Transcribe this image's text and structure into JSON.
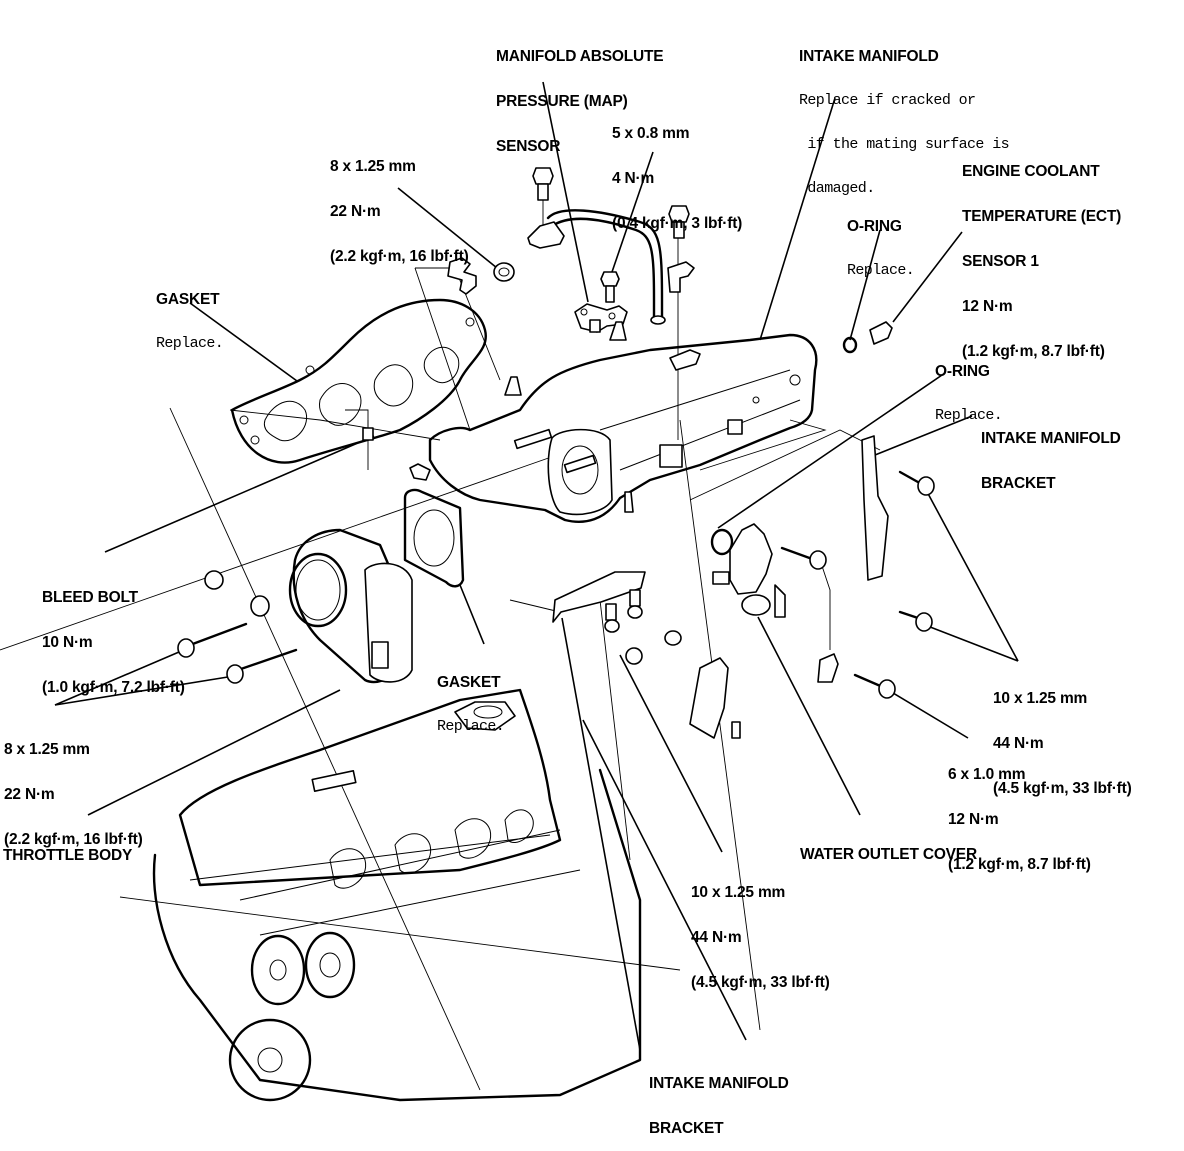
{
  "diagram": {
    "title": "Intake Manifold Exploded View",
    "callouts": {
      "map_sensor": {
        "name_lines": [
          "MANIFOLD ABSOLUTE",
          "PRESSURE (MAP)",
          "SENSOR"
        ]
      },
      "intake_manifold": {
        "name": "INTAKE MANIFOLD",
        "note_lines": [
          "Replace if cracked or",
          " if the mating surface is",
          " damaged."
        ]
      },
      "bolt_5x08": {
        "size": "5 x 0.8 mm",
        "torque": "4 N·m",
        "torque_alt": "(0.4 kgf·m, 3 lbf·ft)"
      },
      "bolt_8x125_top": {
        "size": "8 x 1.25 mm",
        "torque": "22 N·m",
        "torque_alt": "(2.2 kgf·m, 16 lbf·ft)"
      },
      "ect_sensor": {
        "name_lines": [
          "ENGINE COOLANT",
          "TEMPERATURE (ECT)",
          "SENSOR 1"
        ],
        "torque": "12 N·m",
        "torque_alt": "(1.2 kgf·m, 8.7 lbf·ft)"
      },
      "oring_1": {
        "name": "O-RING",
        "note": "Replace."
      },
      "oring_2": {
        "name": "O-RING",
        "note": "Replace."
      },
      "gasket_manifold": {
        "name": "GASKET",
        "note": "Replace."
      },
      "bracket_right": {
        "name_lines": [
          "INTAKE MANIFOLD",
          "BRACKET"
        ]
      },
      "bleed_bolt": {
        "name": "BLEED BOLT",
        "torque": "10 N·m",
        "torque_alt": "(1.0 kgf·m, 7.2 lbf·ft)"
      },
      "gasket_throttle": {
        "name": "GASKET",
        "note": "Replace."
      },
      "bolt_8x125_left": {
        "size": "8 x 1.25 mm",
        "torque": "22 N·m",
        "torque_alt": "(2.2 kgf·m, 16 lbf·ft)"
      },
      "throttle_body": {
        "name": "THROTTLE BODY"
      },
      "bolt_10x125_right": {
        "size": "10 x 1.25 mm",
        "torque": "44 N·m",
        "torque_alt": "(4.5 kgf·m, 33 lbf·ft)"
      },
      "bolt_6x10": {
        "size": "6 x 1.0 mm",
        "torque": "12 N·m",
        "torque_alt": "(1.2 kgf·m, 8.7 lbf·ft)"
      },
      "water_outlet_cover": {
        "name": "WATER OUTLET COVER"
      },
      "bolt_10x125_bottom": {
        "size": "10 x 1.25 mm",
        "torque": "44 N·m",
        "torque_alt": "(4.5 kgf·m, 33 lbf·ft)"
      },
      "bracket_bottom": {
        "name_lines": [
          "INTAKE MANIFOLD",
          "BRACKET"
        ]
      }
    }
  }
}
